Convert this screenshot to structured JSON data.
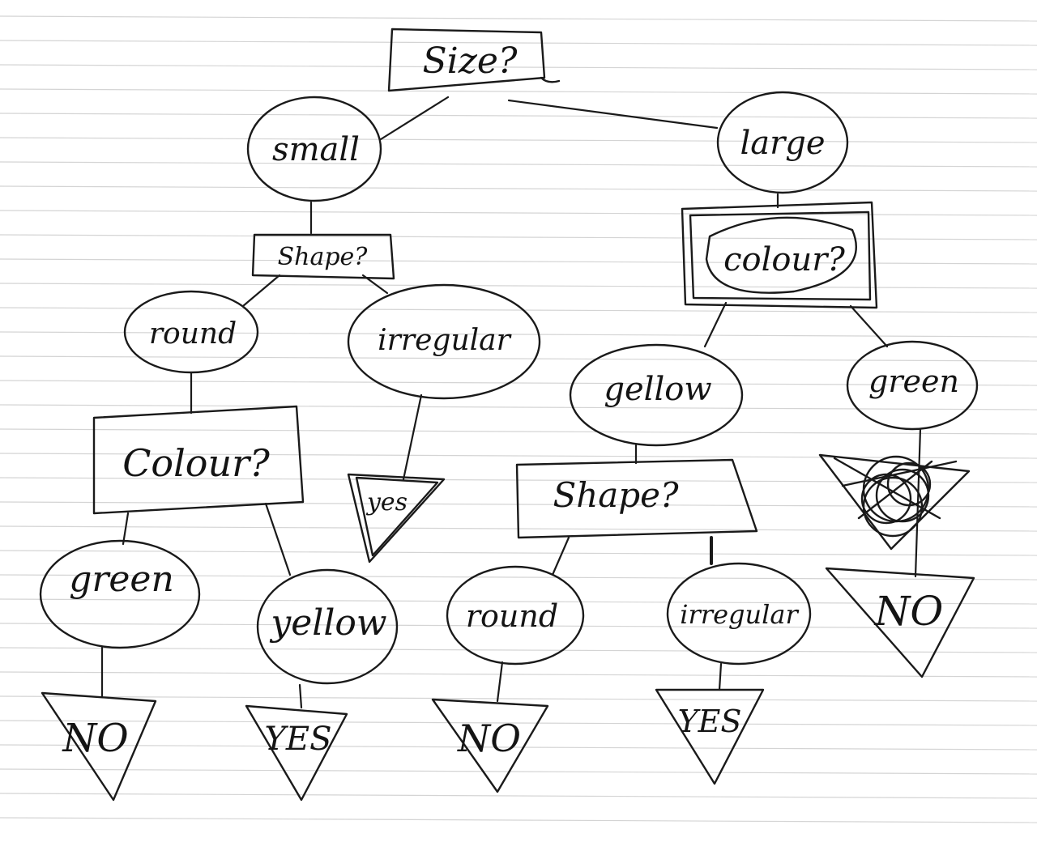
{
  "diagram": {
    "root": {
      "label": "Size?"
    },
    "size_branches": {
      "small": "small",
      "large": "large"
    },
    "small_subtree": {
      "question": "Shape?",
      "round": "round",
      "irregular": "irregular",
      "irregular_result": "yes",
      "round_question": "Colour?",
      "green": "green",
      "green_result": "NO",
      "yellow": "yellow",
      "yellow_result": "YES"
    },
    "large_subtree": {
      "question": "colour?",
      "yellow": "gellow",
      "green": "green",
      "green_result": "NO",
      "yellow_question": "Shape?",
      "round": "round",
      "round_result": "NO",
      "irregular": "irregular",
      "irregular_result": "YES"
    }
  }
}
